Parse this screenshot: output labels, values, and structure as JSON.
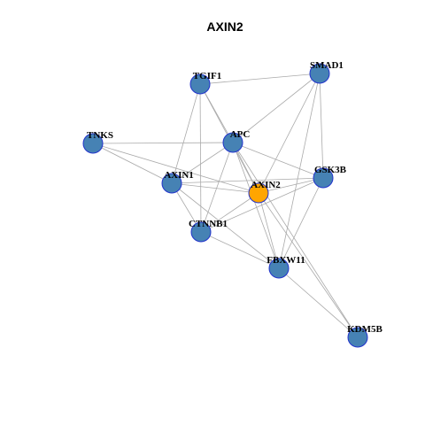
{
  "title": "AXIN2",
  "colors": {
    "default_node": "#4682b4",
    "highlight_node": "#ffa500",
    "node_border": "#2233cc",
    "edge": "#aaaaaa"
  },
  "nodes": [
    {
      "id": "TGIF1",
      "label": "TGIF1",
      "highlight": false
    },
    {
      "id": "SMAD1",
      "label": "SMAD1",
      "highlight": false
    },
    {
      "id": "TNKS",
      "label": "TNKS",
      "highlight": false
    },
    {
      "id": "APC",
      "label": "APC",
      "highlight": false
    },
    {
      "id": "AXIN1",
      "label": "AXIN1",
      "highlight": false
    },
    {
      "id": "GSK3B",
      "label": "GSK3B",
      "highlight": false
    },
    {
      "id": "AXIN2",
      "label": "AXIN2",
      "highlight": true
    },
    {
      "id": "CTNNB1",
      "label": "CTNNB1",
      "highlight": false
    },
    {
      "id": "FBXW11",
      "label": "FBXW11",
      "highlight": false
    },
    {
      "id": "KDM5B",
      "label": "KDM5B",
      "highlight": false
    }
  ],
  "edges": [
    [
      "TGIF1",
      "SMAD1"
    ],
    [
      "TGIF1",
      "APC"
    ],
    [
      "TGIF1",
      "AXIN1"
    ],
    [
      "TGIF1",
      "CTNNB1"
    ],
    [
      "TGIF1",
      "AXIN2"
    ],
    [
      "SMAD1",
      "APC"
    ],
    [
      "SMAD1",
      "GSK3B"
    ],
    [
      "SMAD1",
      "AXIN2"
    ],
    [
      "SMAD1",
      "FBXW11"
    ],
    [
      "TNKS",
      "APC"
    ],
    [
      "TNKS",
      "AXIN1"
    ],
    [
      "TNKS",
      "AXIN2"
    ],
    [
      "APC",
      "AXIN1"
    ],
    [
      "APC",
      "GSK3B"
    ],
    [
      "APC",
      "AXIN2"
    ],
    [
      "APC",
      "CTNNB1"
    ],
    [
      "APC",
      "FBXW11"
    ],
    [
      "APC",
      "KDM5B"
    ],
    [
      "AXIN1",
      "GSK3B"
    ],
    [
      "AXIN1",
      "AXIN2"
    ],
    [
      "AXIN1",
      "CTNNB1"
    ],
    [
      "AXIN1",
      "FBXW11"
    ],
    [
      "GSK3B",
      "AXIN2"
    ],
    [
      "GSK3B",
      "CTNNB1"
    ],
    [
      "GSK3B",
      "FBXW11"
    ],
    [
      "AXIN2",
      "CTNNB1"
    ],
    [
      "AXIN2",
      "FBXW11"
    ],
    [
      "AXIN2",
      "KDM5B"
    ],
    [
      "CTNNB1",
      "FBXW11"
    ],
    [
      "FBXW11",
      "KDM5B"
    ]
  ]
}
